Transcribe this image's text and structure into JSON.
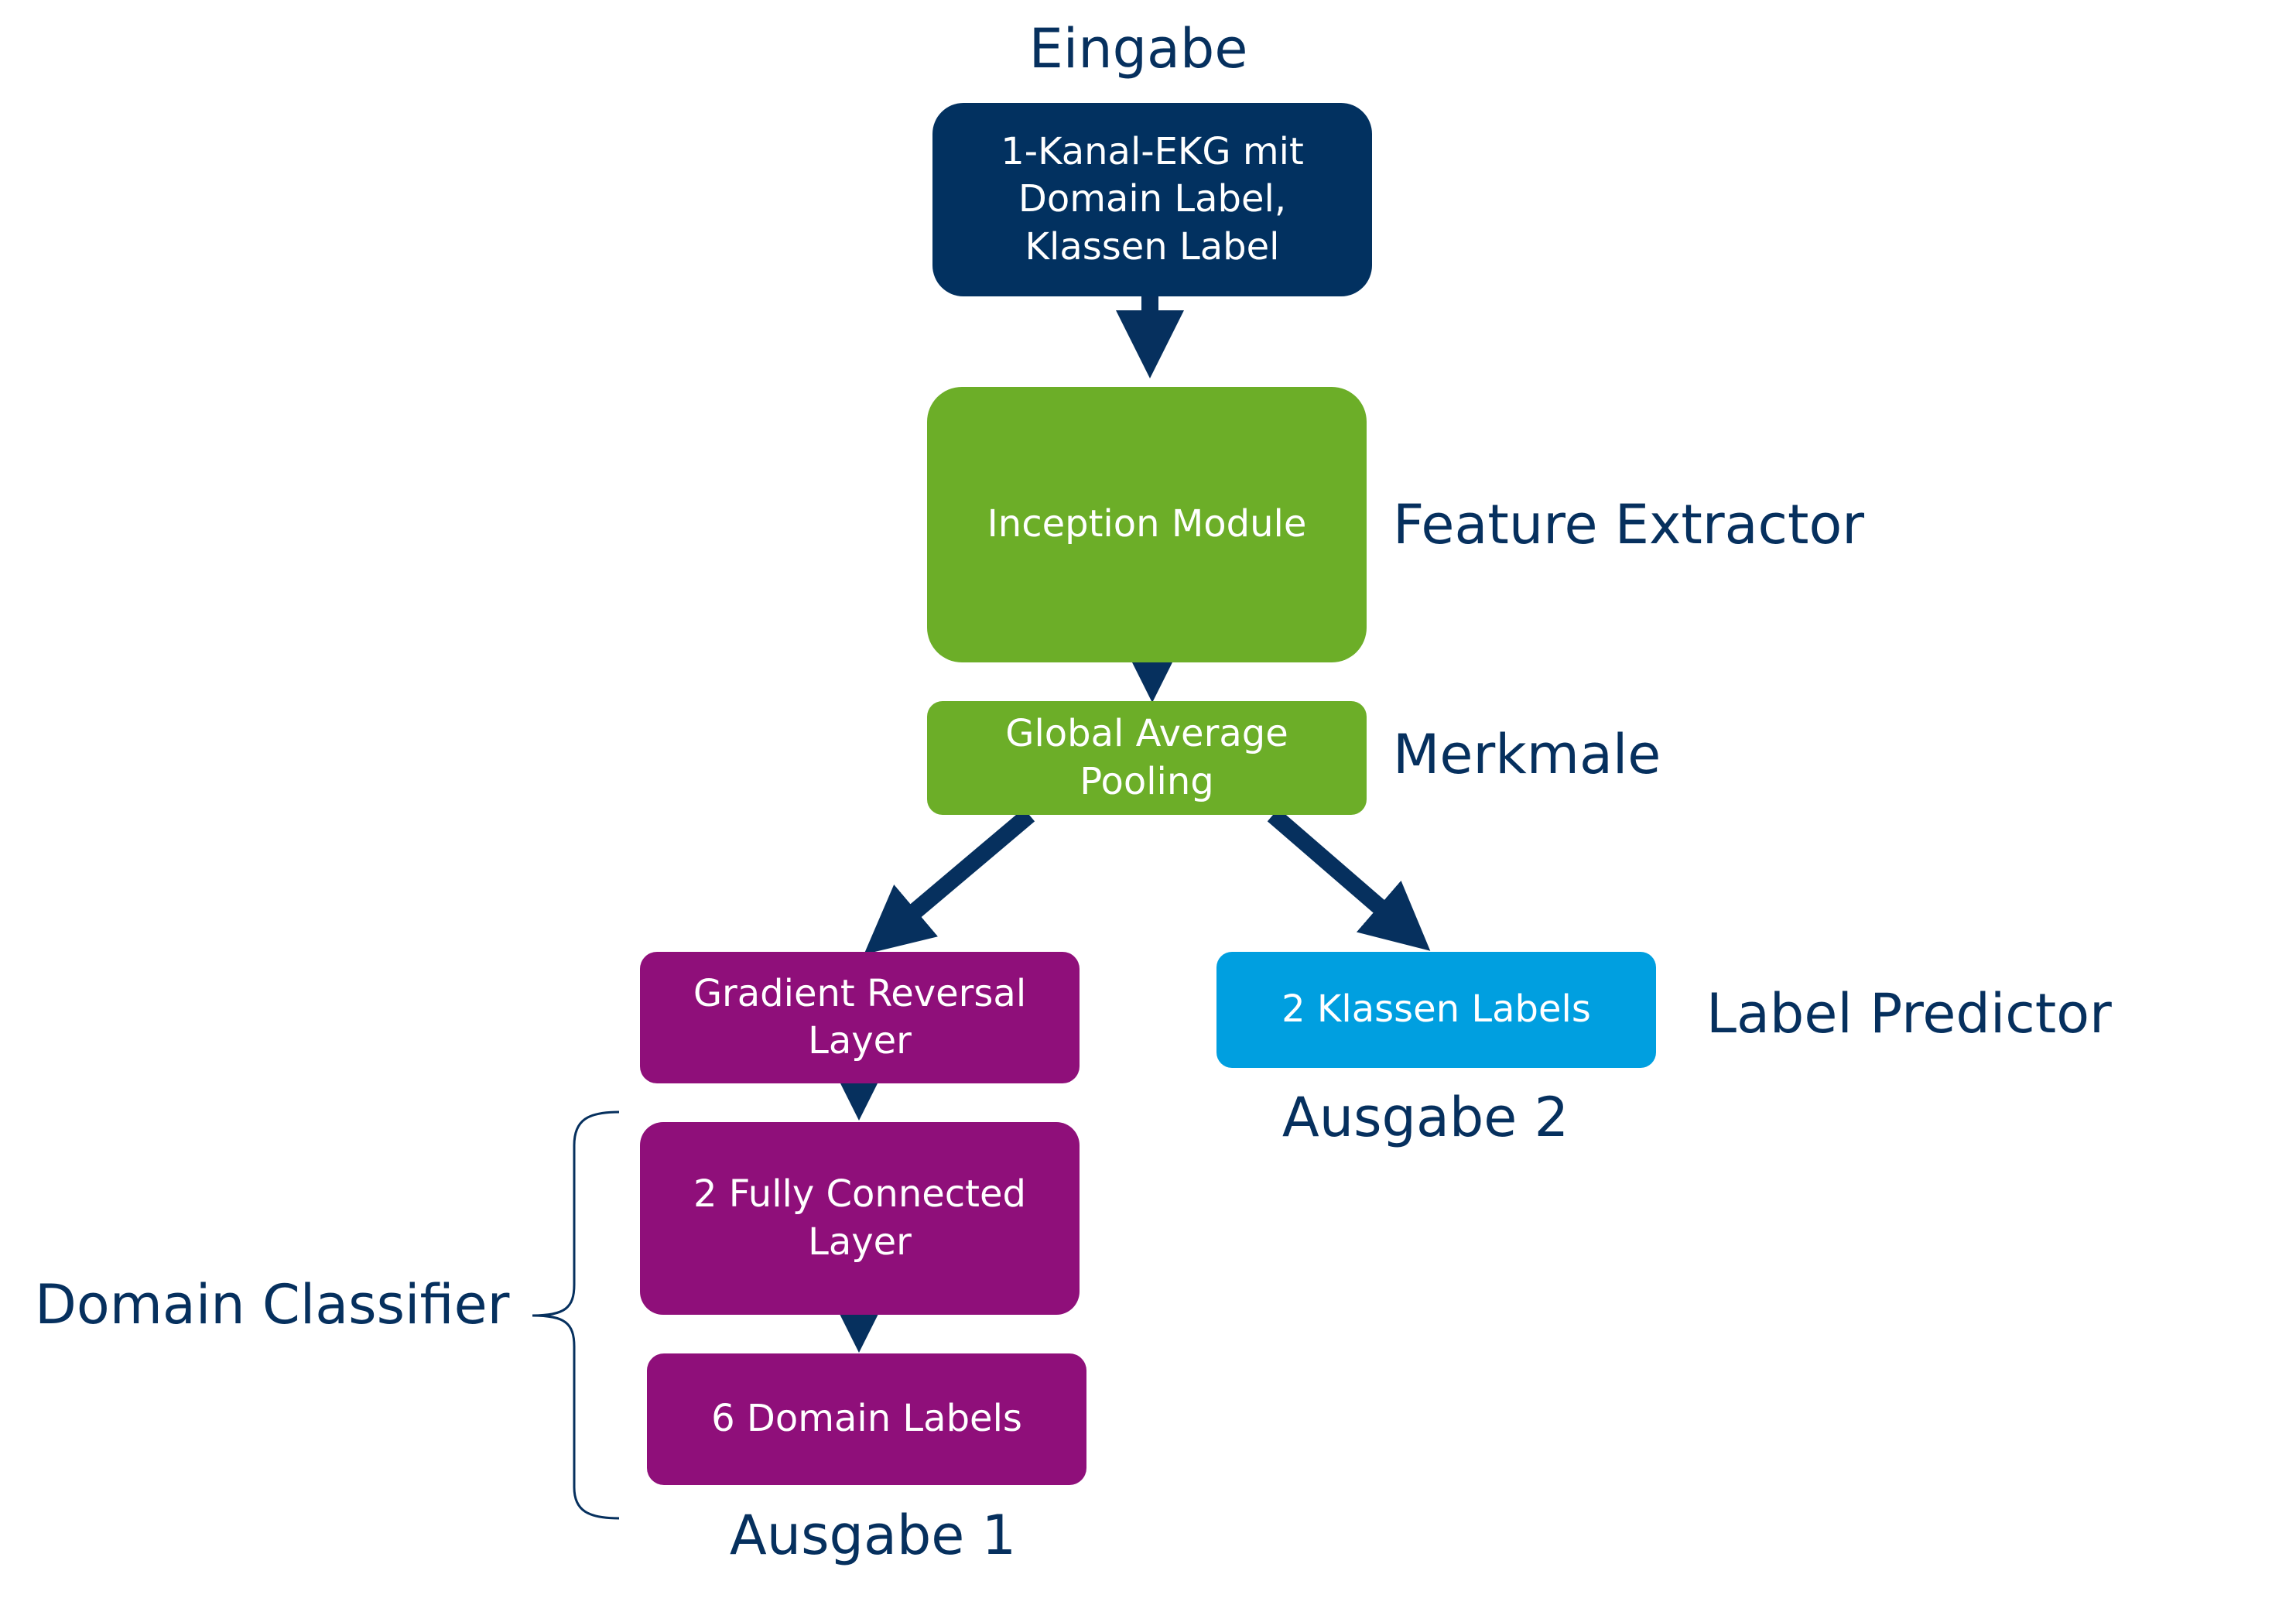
{
  "labels": {
    "input": "Eingabe",
    "feature_extractor": "Feature Extractor",
    "features": "Merkmale",
    "label_predictor": "Label Predictor",
    "output2": "Ausgabe 2",
    "domain_classifier": "Domain Classifier",
    "output1": "Ausgabe 1"
  },
  "nodes": {
    "input": "1-Kanal-EKG mit\nDomain Label,\nKlassen Label",
    "inception": "Inception Module",
    "gap": "Global Average\nPooling",
    "grl": "Gradient Reversal\nLayer",
    "fc": "2 Fully Connected\nLayer",
    "domain_labels": "6 Domain Labels",
    "class_labels": "2 Klassen Labels"
  },
  "colors": {
    "navy": "#023160",
    "green": "#6cae28",
    "purple": "#8f0f7a",
    "cyan": "#009fe0",
    "text_dark": "#06305e",
    "arrow": "#06305e"
  }
}
